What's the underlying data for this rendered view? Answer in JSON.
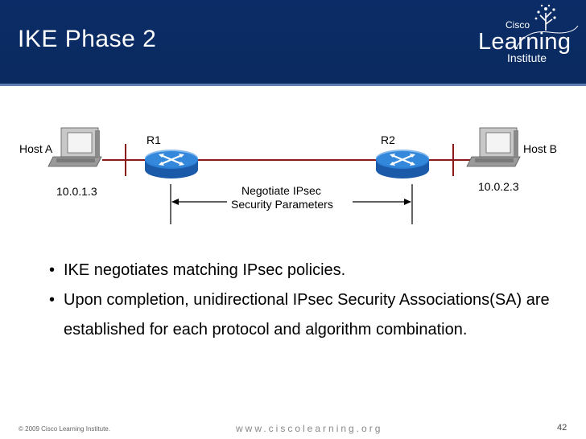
{
  "header": {
    "title": "IKE Phase 2",
    "logo": {
      "brand": "Cisco",
      "word": "Learning",
      "sub": "Institute"
    }
  },
  "diagram": {
    "host_a": {
      "label": "Host A",
      "ip": "10.0.1.3"
    },
    "host_b": {
      "label": "Host B",
      "ip": "10.0.2.3"
    },
    "router1": "R1",
    "router2": "R2",
    "negotiation": [
      "Negotiate IPsec",
      "Security Parameters"
    ]
  },
  "bullets": [
    "IKE negotiates matching IPsec policies.",
    "Upon completion, unidirectional IPsec Security Associations(SA) are established for each protocol and algorithm combination."
  ],
  "footer": {
    "copyright": "© 2009 Cisco Learning Institute.",
    "url": "www.ciscolearning.org",
    "page": "42"
  },
  "colors": {
    "header_bg": "#0b2c66",
    "router_blue": "#1d6fc4",
    "link_line": "#8b1a1a"
  }
}
